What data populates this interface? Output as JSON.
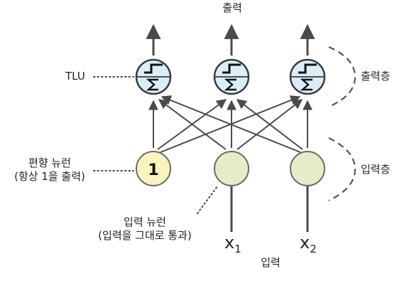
{
  "labels": {
    "output_top": "출력",
    "tlu": "TLU",
    "output_layer": "출력층",
    "input_layer": "입력층",
    "bias_neuron_line1": "편향 뉴런",
    "bias_neuron_line2": "(항상 1을 출력)",
    "bias_value": "1",
    "input_neuron_line1": "입력 뉴런",
    "input_neuron_line2": "(입력을 그대로 통과)",
    "input_bottom": "입력",
    "x1_base": "x",
    "x1_sub": "1",
    "x2_base": "x",
    "x2_sub": "2",
    "sigma": "Σ"
  },
  "colors": {
    "arrow": "#4a4a4a",
    "tlu_fill": "#d9eef8",
    "tlu_stroke": "#3a3a3a",
    "bias_fill": "#fbf3bd",
    "input_fill": "#e4edc6",
    "neuron_stroke": "#6a6a6a",
    "bracket": "#555555"
  },
  "icons": {
    "step": "step-function-icon",
    "sum": "sigma-icon"
  }
}
